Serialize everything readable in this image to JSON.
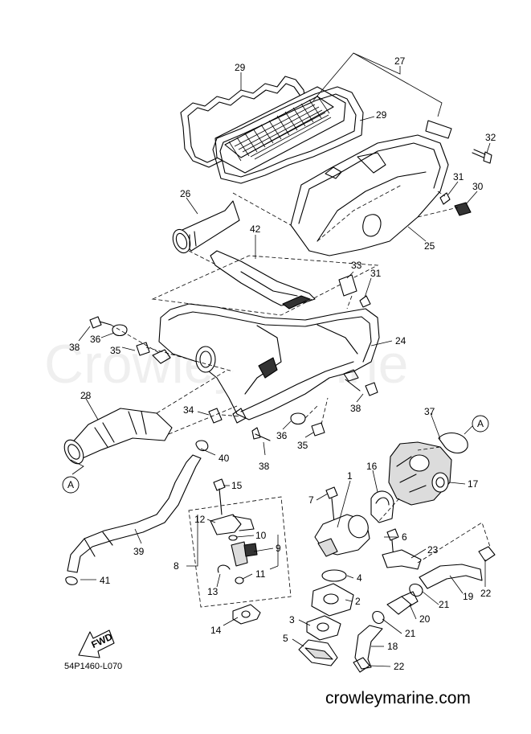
{
  "diagram": {
    "code": "54P1460-L070",
    "watermark": "CrowleyMarine",
    "site": "crowleymarine.com",
    "fwd_label": "FWD",
    "callouts": [
      {
        "id": "c1",
        "label": "1"
      },
      {
        "id": "c2",
        "label": "2"
      },
      {
        "id": "c3",
        "label": "3"
      },
      {
        "id": "c4",
        "label": "4"
      },
      {
        "id": "c5",
        "label": "5"
      },
      {
        "id": "c6",
        "label": "6"
      },
      {
        "id": "c7",
        "label": "7"
      },
      {
        "id": "c8",
        "label": "8"
      },
      {
        "id": "c9",
        "label": "9"
      },
      {
        "id": "c10",
        "label": "10"
      },
      {
        "id": "c11",
        "label": "11"
      },
      {
        "id": "c12",
        "label": "12"
      },
      {
        "id": "c13",
        "label": "13"
      },
      {
        "id": "c14",
        "label": "14"
      },
      {
        "id": "c15",
        "label": "15"
      },
      {
        "id": "c16",
        "label": "16"
      },
      {
        "id": "c17",
        "label": "17"
      },
      {
        "id": "c18",
        "label": "18"
      },
      {
        "id": "c19",
        "label": "19"
      },
      {
        "id": "c20",
        "label": "20"
      },
      {
        "id": "c21a",
        "label": "21"
      },
      {
        "id": "c21b",
        "label": "21"
      },
      {
        "id": "c22a",
        "label": "22"
      },
      {
        "id": "c22b",
        "label": "22"
      },
      {
        "id": "c23",
        "label": "23"
      },
      {
        "id": "c24",
        "label": "24"
      },
      {
        "id": "c25",
        "label": "25"
      },
      {
        "id": "c26",
        "label": "26"
      },
      {
        "id": "c27",
        "label": "27"
      },
      {
        "id": "c28",
        "label": "28"
      },
      {
        "id": "c29a",
        "label": "29"
      },
      {
        "id": "c29b",
        "label": "29"
      },
      {
        "id": "c30",
        "label": "30"
      },
      {
        "id": "c31a",
        "label": "31"
      },
      {
        "id": "c31b",
        "label": "31"
      },
      {
        "id": "c32",
        "label": "32"
      },
      {
        "id": "c33",
        "label": "33"
      },
      {
        "id": "c34",
        "label": "34"
      },
      {
        "id": "c35a",
        "label": "35"
      },
      {
        "id": "c35b",
        "label": "35"
      },
      {
        "id": "c36a",
        "label": "36"
      },
      {
        "id": "c36b",
        "label": "36"
      },
      {
        "id": "c37",
        "label": "37"
      },
      {
        "id": "c38a",
        "label": "38"
      },
      {
        "id": "c38b",
        "label": "38"
      },
      {
        "id": "c38c",
        "label": "38"
      },
      {
        "id": "c39",
        "label": "39"
      },
      {
        "id": "c40",
        "label": "40"
      },
      {
        "id": "c41",
        "label": "41"
      },
      {
        "id": "c42",
        "label": "42"
      }
    ],
    "refs": [
      {
        "id": "refA1",
        "label": "A"
      },
      {
        "id": "refA2",
        "label": "A"
      }
    ]
  }
}
